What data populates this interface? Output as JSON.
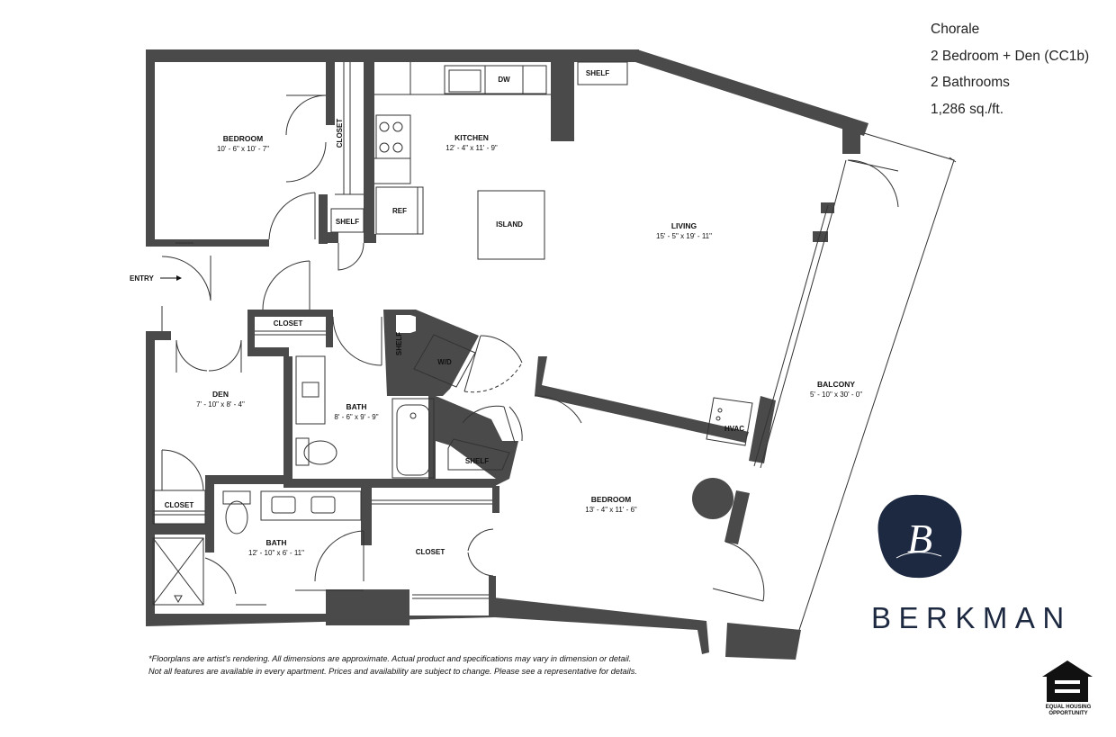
{
  "property": {
    "name": "Chorale",
    "unit_type": "2 Bedroom + Den (CC1b)",
    "bathrooms": "2 Bathrooms",
    "area": "1,286 sq./ft."
  },
  "rooms": {
    "bedroom1": {
      "name": "BEDROOM",
      "dims": "10' - 6\" x 10' - 7\""
    },
    "kitchen": {
      "name": "KITCHEN",
      "dims": "12' - 4\" x 11' - 9\""
    },
    "living": {
      "name": "LIVING",
      "dims": "15' - 5\" x 19' - 11\""
    },
    "den": {
      "name": "DEN",
      "dims": "7' - 10\" x 8' - 4\""
    },
    "bath1": {
      "name": "BATH",
      "dims": "8' - 6\" x 9' - 9\""
    },
    "bath2": {
      "name": "BATH",
      "dims": "12' - 10\" x 6' - 11\""
    },
    "bedroom2": {
      "name": "BEDROOM",
      "dims": "13' - 4\" x 11' - 6\""
    },
    "balcony": {
      "name": "BALCONY",
      "dims": "5' - 10\" x 30' - 0\""
    }
  },
  "fixtures": {
    "closet_bed1": "CLOSET",
    "shelf_kitchen": "SHELF",
    "shelf_hall": "SHELF",
    "ref": "REF",
    "dw": "DW",
    "island": "ISLAND",
    "closet_hall": "CLOSET",
    "shelf_wd": "SHELF",
    "wd": "W/D",
    "hvac": "HVAC",
    "shelf_bed2": "SHELF",
    "closet_den": "CLOSET",
    "closet_bed2": "CLOSET"
  },
  "entry_label": "ENTRY",
  "brand": {
    "name": "BERKMAN",
    "monogram": "B",
    "color": "#1d2941"
  },
  "disclaimer": {
    "line1": "*Floorplans are artist's rendering. All dimensions are approximate. Actual product and specifications may vary in dimension or detail.",
    "line2": "Not all features are available in every apartment. Prices and availability are subject to change. Please see a representative for details."
  },
  "equal_housing": {
    "line1": "EQUAL HOUSING",
    "line2": "OPPORTUNITY"
  },
  "colors": {
    "wall": "#4a4a4a",
    "line": "#333333",
    "brand": "#1d2941"
  }
}
